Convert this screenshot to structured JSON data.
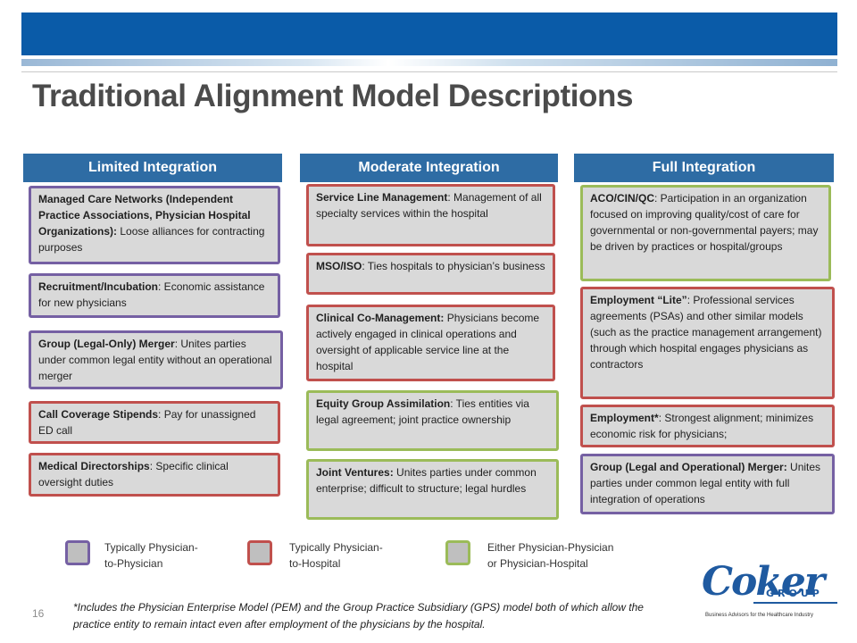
{
  "title": "Traditional Alignment Model Descriptions",
  "columns": {
    "limited": "Limited Integration",
    "moderate": "Moderate Integration",
    "full": "Full Integration"
  },
  "limited": [
    {
      "label": "Managed Care Networks (Independent Practice Associations, Physician Hospital Organizations):",
      "desc": " Loose alliances for contracting purposes"
    },
    {
      "label": "Recruitment/Incubation",
      "desc": ": Economic assistance for new physicians"
    },
    {
      "label": "Group (Legal-Only) Merger",
      "desc": ": Unites parties under common legal entity without  an operational merger"
    },
    {
      "label": "Call Coverage Stipends",
      "desc": ": Pay for unassigned ED call"
    },
    {
      "label": "Medical Directorships",
      "desc": ": Specific clinical oversight duties"
    }
  ],
  "moderate": [
    {
      "label": "Service Line Management",
      "desc": ": Management of all specialty services within the hospital"
    },
    {
      "label": "MSO/ISO",
      "desc": ": Ties hospitals to physician’s business"
    },
    {
      "label": "Clinical Co-Management:",
      "desc": " Physicians become actively engaged in clinical operations and oversight of applicable service line at the hospital"
    },
    {
      "label": "Equity Group Assimilation",
      "desc": ": Ties entities via legal agreement; joint practice ownership"
    },
    {
      "label": "Joint Ventures:",
      "desc": " Unites parties under common enterprise; difficult to structure; legal hurdles"
    }
  ],
  "full": [
    {
      "label": "ACO/CIN/QC",
      "desc": ":  Participation in an organization focused on improving quality/cost of care for governmental or non-governmental payers; may be driven by practices or hospital/groups"
    },
    {
      "label": "Employment “Lite”",
      "desc": ": Professional services agreements (PSAs) and other similar models (such as the practice management arrangement) through which hospital  engages physicians as contractors"
    },
    {
      "label": "Employment*",
      "desc": ": Strongest alignment; minimizes economic risk for physicians;"
    },
    {
      "label": "Group (Legal and Operational) Merger:",
      "desc": " Unites parties under common legal entity with full integration of operations"
    }
  ],
  "legend": [
    {
      "label": "Typically Physician-\nto-Physician",
      "color": "#7560a3"
    },
    {
      "label": "Typically Physician-\nto-Hospital",
      "color": "#c0504d"
    },
    {
      "label": "Either Physician-Physician\nor Physician-Hospital",
      "color": "#9bbb59"
    }
  ],
  "slide_number": "16",
  "footnote": "*Includes the Physician Enterprise Model (PEM) and the Group Practice Subsidiary (GPS) model both of which allow the practice entity to remain intact even after employment of the physicians by the hospital.",
  "logo": {
    "name": "Coker",
    "sub": "GROUP",
    "tagline": "Business Advisors for the Healthcare Industry"
  }
}
